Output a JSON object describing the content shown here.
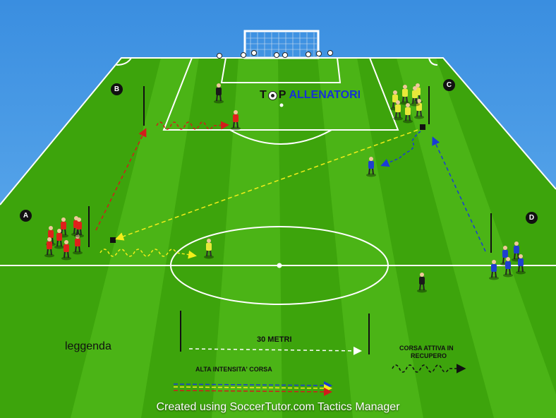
{
  "stations": [
    {
      "id": "A",
      "label": "A"
    },
    {
      "id": "B",
      "label": "B"
    },
    {
      "id": "C",
      "label": "C"
    },
    {
      "id": "D",
      "label": "D"
    }
  ],
  "brand": {
    "part1": "T",
    "part2": "P",
    "part3": "ALLENATORI"
  },
  "labels": {
    "legend": "leggenda",
    "distance": "30 METRI",
    "recovery_line1": "CORSA ATTIVA IN",
    "recovery_line2": "RECUPERO",
    "high_intensity": "ALTA INTENSITA' CORSA"
  },
  "footer": "Created using SoccerTutor.com Tactics Manager",
  "colors": {
    "sky": "#2f7fd3",
    "grass_light": "#56c21a",
    "grass_dark": "#3a9d0b",
    "team_red": "#e0201b",
    "team_yellow": "#e8e83a",
    "team_blue": "#1f3fd0",
    "referee": "#1a1a1a",
    "arrow_red": "#d21c1c",
    "arrow_yellow": "#f3ee1a",
    "arrow_blue": "#1a3bd6",
    "arrow_white": "#ffffff"
  },
  "icons": [
    "player-figure-icon",
    "ball-icon",
    "cone-icon",
    "goal-icon"
  ]
}
